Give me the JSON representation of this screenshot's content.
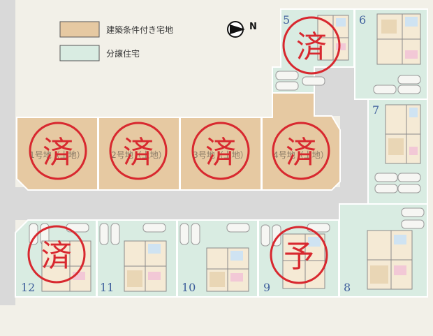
{
  "legend": [
    {
      "label": "建築条件付き宅地",
      "color": "#e6c9a2"
    },
    {
      "label": "分譲住宅",
      "color": "#d9ece2"
    }
  ],
  "compass": {
    "label": "N"
  },
  "stamps": {
    "sold": "済",
    "reserved": "予"
  },
  "lots": [
    {
      "number": "5",
      "type": "house",
      "status": "sold"
    },
    {
      "number": "6",
      "type": "house",
      "status": ""
    },
    {
      "number": "7",
      "type": "house",
      "status": ""
    },
    {
      "number": "8",
      "type": "house",
      "status": ""
    },
    {
      "number": "9",
      "type": "house",
      "status": "reserved"
    },
    {
      "number": "10",
      "type": "house",
      "status": ""
    },
    {
      "number": "11",
      "type": "house",
      "status": ""
    },
    {
      "number": "12",
      "type": "house",
      "status": "sold"
    },
    {
      "number": "1",
      "label": "1号地（土地）",
      "type": "land",
      "status": "sold"
    },
    {
      "number": "2",
      "label": "2号地（土地）",
      "type": "land",
      "status": "sold"
    },
    {
      "number": "3",
      "label": "3号地（土地）",
      "type": "land",
      "status": "sold"
    },
    {
      "number": "4",
      "label": "4号地（土地）",
      "type": "land",
      "status": "sold"
    }
  ],
  "colors": {
    "background": "#f2f0e8",
    "road": "#d9d9d9",
    "lot_outline": "#ffffff",
    "lot_number": "#3f5f9c",
    "stamp": "#d8282f",
    "house_room": "#f5ead5",
    "house_wall": "#8a8a8a",
    "parking": "#9a9a9a"
  }
}
